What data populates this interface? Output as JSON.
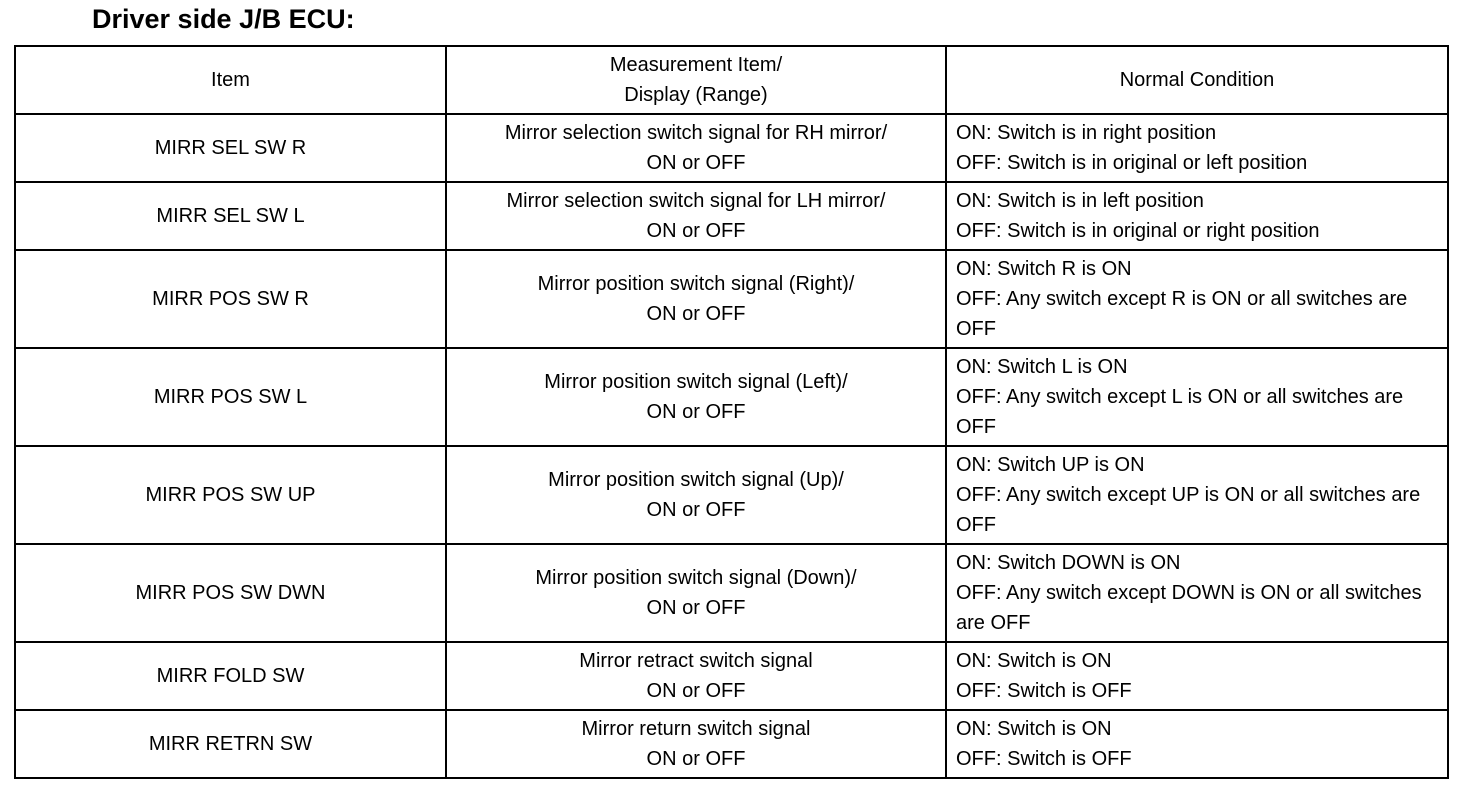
{
  "title": "Driver side J/B ECU:",
  "table": {
    "headers": {
      "item": "Item",
      "measurement_line1": "Measurement Item/",
      "measurement_line2": "Display (Range)",
      "condition": "Normal Condition"
    },
    "rows": [
      {
        "item": "MIRR SEL SW R",
        "measurement": [
          "Mirror selection switch signal for RH mirror/",
          "ON or OFF"
        ],
        "condition": [
          "ON: Switch is in right position",
          "OFF: Switch is in original or left position"
        ]
      },
      {
        "item": "MIRR SEL SW L",
        "measurement": [
          "Mirror selection switch signal for LH mirror/",
          "ON or OFF"
        ],
        "condition": [
          "ON: Switch is in left position",
          "OFF: Switch is in original or right position"
        ]
      },
      {
        "item": "MIRR POS SW R",
        "measurement": [
          "Mirror position switch signal (Right)/",
          "ON or OFF"
        ],
        "condition": [
          "ON: Switch R is ON",
          "OFF: Any switch except R is ON or all switches are OFF"
        ]
      },
      {
        "item": "MIRR POS SW L",
        "measurement": [
          "Mirror position switch signal (Left)/",
          "ON or OFF"
        ],
        "condition": [
          "ON: Switch L is ON",
          "OFF: Any switch except L is ON or all switches are OFF"
        ]
      },
      {
        "item": "MIRR POS SW UP",
        "measurement": [
          "Mirror position switch signal (Up)/",
          "ON or OFF"
        ],
        "condition": [
          "ON: Switch UP is ON",
          "OFF: Any switch except UP is ON or all switches are OFF"
        ]
      },
      {
        "item": "MIRR POS SW DWN",
        "measurement": [
          "Mirror position switch signal (Down)/",
          "ON or OFF"
        ],
        "condition": [
          "ON: Switch DOWN is ON",
          "OFF: Any switch except DOWN is ON or all switches are OFF"
        ]
      },
      {
        "item": "MIRR FOLD SW",
        "measurement": [
          "Mirror retract switch signal",
          "ON or OFF"
        ],
        "condition": [
          "ON: Switch is ON",
          "OFF: Switch is OFF"
        ]
      },
      {
        "item": "MIRR RETRN SW",
        "measurement": [
          "Mirror return switch signal",
          "ON or OFF"
        ],
        "condition": [
          "ON: Switch is ON",
          "OFF: Switch is OFF"
        ]
      }
    ]
  }
}
